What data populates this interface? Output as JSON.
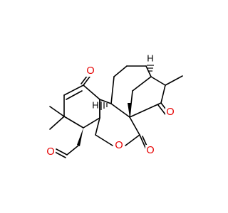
{
  "colors": {
    "bond": "#000000",
    "oxygen": "#e60000",
    "background": "#ffffff"
  },
  "atoms": [
    {
      "id": "o-ketone-top",
      "element": "O",
      "label": "O",
      "color": "#e60000"
    },
    {
      "id": "o-ketone-right",
      "element": "O",
      "label": "O",
      "color": "#e60000"
    },
    {
      "id": "o-lactone-ring",
      "element": "O",
      "label": "O",
      "color": "#e60000"
    },
    {
      "id": "o-lactone-carbonyl",
      "element": "O",
      "label": "O",
      "color": "#e60000"
    },
    {
      "id": "o-aldehyde",
      "element": "O",
      "label": "O",
      "color": "#e60000"
    }
  ],
  "stereo_hydrogens": [
    {
      "id": "h-top",
      "label": "H",
      "color": "#000000"
    },
    {
      "id": "h-mid",
      "label": "H",
      "color": "#000000"
    }
  ]
}
